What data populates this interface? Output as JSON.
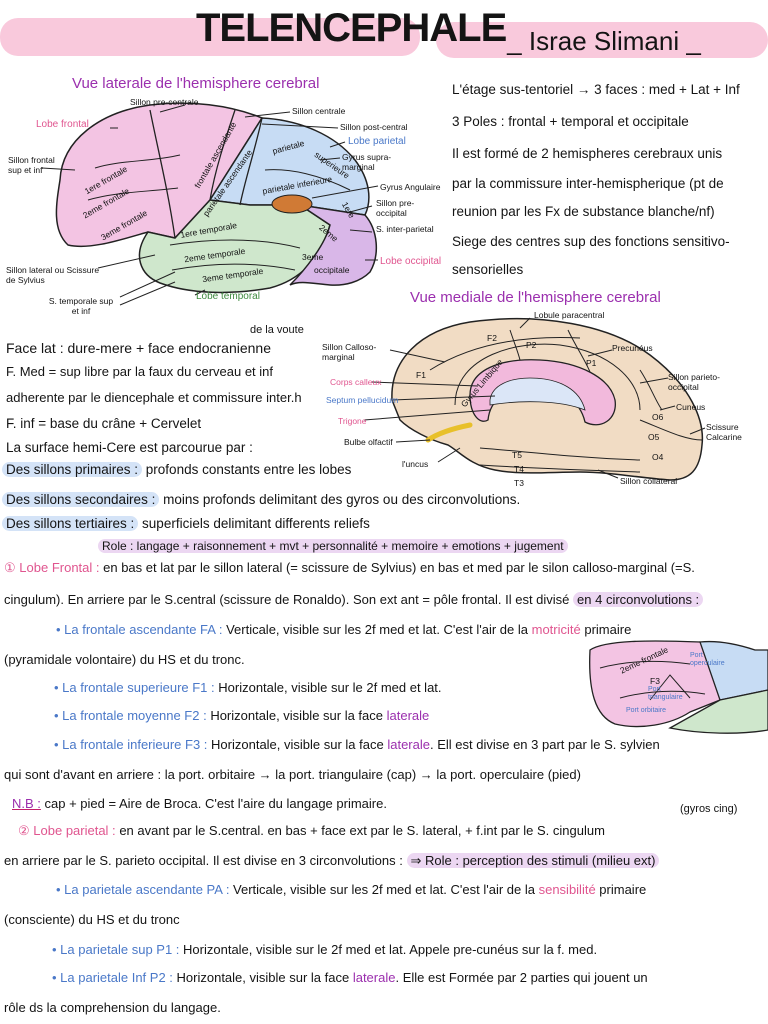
{
  "header": {
    "title": "TELENCEPHALE",
    "author": "_ Israe Slimani _"
  },
  "lateral_view": {
    "heading": "Vue laterale de l'hemisphere cerebral",
    "labels": {
      "sillon_precentrale": "Sillon pre-centrale",
      "sillon_centrale": "Sillon centrale",
      "sillon_postcentral": "Sillon post-central",
      "lobe_frontal": "Lobe frontal",
      "lobe_parietal": "Lobe parietal",
      "gyrus_supramarginal": "Gyrus supra-marginal",
      "sillon_frontal": "Sillon frontal sup et inf",
      "gyrus_angulaire": "Gyrus Angulaire",
      "sillon_preoccipital": "Sillon pre-occipital",
      "s_interparietal": "S. inter-parietal",
      "lobe_occipital": "Lobe occipital",
      "sillon_lateral": "Sillon lateral ou Scissure de Sylvius",
      "s_temporale": "S. temporale sup et inf",
      "lobe_temporal": "Lobe temporal",
      "brain_frontale_asc": "frontale ascendante",
      "brain_f1": "1ere frontale",
      "brain_f2": "2eme frontale",
      "brain_f3": "3eme frontale",
      "brain_parietale": "parietale",
      "brain_parietale_asc": "parietale ascendante",
      "brain_parietale_sup": "superieure",
      "brain_parietale_inf": "parietale inferieure",
      "brain_t1": "1ere temporale",
      "brain_t2": "2eme temporale",
      "brain_t3": "3eme temporale",
      "brain_t3b": "3eme",
      "brain_occipitale": "occipitale",
      "brain_1ere": "1ere",
      "brain_2eme": "2eme"
    }
  },
  "intro_points": [
    "L'étage sus-tentoriel → 3 faces : med + Lat + Inf",
    "3 Poles : frontal + temporal et occipitale",
    "Il est formé de 2 hemispheres cerebraux unis",
    "par la commissure inter-hemispherique (pt de",
    "reunion par les Fx de substance blanche/nf)",
    "Siege des centres sup des fonctions sensitivo-",
    "sensorielles"
  ],
  "medial_view": {
    "heading": "Vue mediale de l'hemisphere cerebral",
    "labels": {
      "lobule_paracentral": "Lobule paracentral",
      "precuneus": "Precunéus",
      "sillon_calloso": "Sillon Calloso-marginal",
      "corps_calleux": "Corps calleux",
      "septum": "Septum pellucidum",
      "trigone": "Trigone",
      "bulbe_olfactif": "Bulbe olfactif",
      "uncus": "l'uncus",
      "sillon_parieto": "Sillon parieto-occipital",
      "cuneus": "Cuneus",
      "scissure_calcarine": "Scissure Calcarine",
      "sillon_collateral": "Sillon collateral",
      "gyrus_limbique": "Gyrus Limbique",
      "f1": "F1",
      "f2": "F2",
      "p2": "P2",
      "p1": "P1",
      "o5": "O5",
      "o6": "O6",
      "o4": "O4",
      "t3": "T3",
      "t4": "T4",
      "t5": "T5"
    }
  },
  "faces": {
    "face_lat_a": "Face lat : dure-mere + face endocranienne",
    "face_lat_b": "de la voute",
    "face_med_1": "F. Med = sup libre par la faux du cerveau et inf",
    "face_med_2": "adherente par le diencephale et commissure inter.h",
    "face_inf": "F. inf = base du crâne + Cervelet",
    "surface": "La surface hemi-Cere est parcourue par :"
  },
  "sillons": [
    {
      "label": "Des sillons primaires :",
      "text": " profonds constants entre les lobes"
    },
    {
      "label": "Des sillons secondaires :",
      "text": " moins profonds delimitant des gyros ou des circonvolutions."
    },
    {
      "label": "Des sillons tertiaires :",
      "text": " superficiels delimitant differents reliefs"
    }
  ],
  "role_frontal": "Role : langage + raisonnement + mvt + personnalité + memoire + emotions + jugement",
  "frontal": {
    "num": "①",
    "title": "Lobe Frontal :",
    "intro_1": "en bas et lat par le sillon lateral (= scissure de Sylvius) en bas et med par le silon calloso-marginal (=S.",
    "intro_2a": "cingulum). En arriere par le S.central (scissure de Ronaldo). Son ext ant = pôle frontal. Il est divisé",
    "intro_2b": "en 4 circonvolutions :",
    "asc_label": "• La frontale ascendante FA :",
    "asc_text_a": " Verticale, visible sur les 2f med et lat. C'est l'air de la ",
    "asc_motricite": "motricité",
    "asc_text_b": " primaire",
    "asc_text_2": "(pyramidale volontaire) du HS et du tronc.",
    "sup_label": "• La frontale superieure F1 :",
    "sup_text": " Horizontale, visible sur le 2f med et lat.",
    "moy_label": "• La frontale moyenne F2 :",
    "moy_text": " Horizontale, visible sur la face ",
    "moy_lat": "laterale",
    "inf_label": "• La frontale inferieure F3 :",
    "inf_text_a": " Horizontale, visible sur la face ",
    "inf_lat": "laterale",
    "inf_text_b": ". Ell est divise en 3 part par le S. sylvien",
    "inf_text_2": "qui sont d'avant en arriere : la port. orbitaire → la port. triangulaire (cap) → la port. operculaire (pied)",
    "nb_label": "N.B :",
    "nb_text": " cap + pied = Aire de Broca. C'est l'aire du langage primaire.",
    "inset": {
      "f2": "2eme frontale",
      "f3": "F3",
      "port_operc": "Port operculaire",
      "port_triang": "Port triangulaire",
      "port_orb": "Port orbitaire"
    }
  },
  "parietal": {
    "num": "②",
    "title": "Lobe parietal :",
    "gyros": "(gyros cing)",
    "intro_1": "en avant par le S.central. en bas + face ext par le S. lateral, + f.int par le S. cingulum",
    "intro_2": "en arriere par le S. parieto occipital. Il est divise en 3 circonvolutions :",
    "role": "⇒ Role : perception des stimuli (milieu ext)",
    "asc_label": "• La parietale ascendante PA :",
    "asc_text_a": " Verticale, visible sur les 2f med et lat. C'est l'air de la ",
    "asc_sens": "sensibilité",
    "asc_text_b": " primaire",
    "asc_text_2": "(consciente) du HS et du tronc",
    "sup_label": "• La parietale sup P1 :",
    "sup_text": " Horizontale, visible sur le 2f med et lat. Appele pre-cunéus sur la f. med.",
    "inf_label": "• La parietale Inf P2 :",
    "inf_text_a": " Horizontale, visible sur la face ",
    "inf_lat": "laterale",
    "inf_text_b": ". Elle est Formée par 2 parties qui jouent un",
    "inf_text_2": "rôle ds la comprehension du langage."
  },
  "colors": {
    "pill": "#f9c9dc",
    "purple": "#9b2fae",
    "pink": "#e0558f",
    "blue": "#4a78c8",
    "frontal_fill": "#f3c4e3",
    "parietal_fill": "#c7dcf4",
    "temporal_fill": "#cfe7cc",
    "occipital_fill": "#d9b7e8",
    "medial_fill": "#f1dcc4",
    "callosum_fill": "#f2b9dc"
  }
}
